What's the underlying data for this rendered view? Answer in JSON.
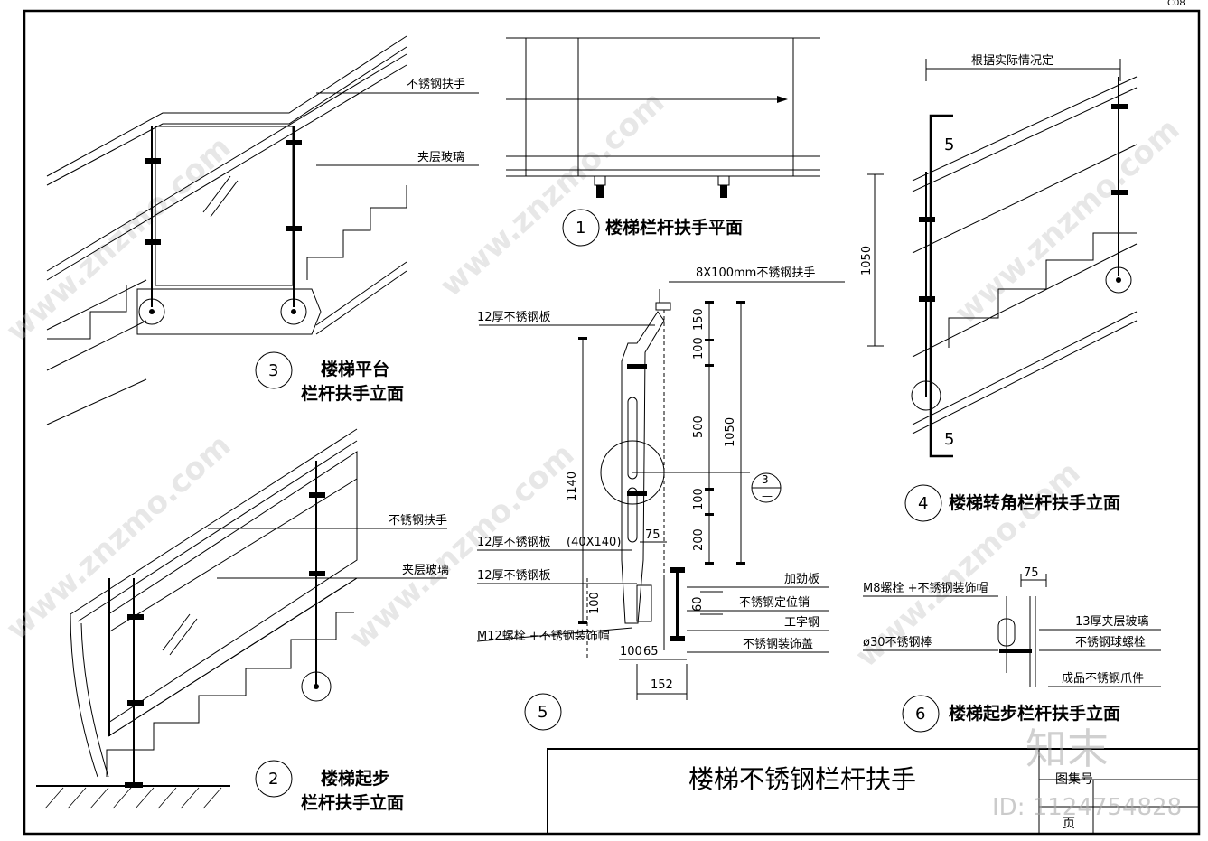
{
  "sheet": {
    "title": "楼梯不锈钢栏杆扶手",
    "cell_drawing_no": "图集号",
    "cell_page": "页",
    "corner_code": "C08",
    "watermark_logo": "知末",
    "watermark_id": "ID: 1124754828",
    "watermark_url": "www.znzmo.com"
  },
  "views": [
    {
      "num": "1",
      "title": "楼梯栏杆扶手平面"
    },
    {
      "num": "2",
      "title_l1": "楼梯起步",
      "title_l2": "栏杆扶手立面"
    },
    {
      "num": "3",
      "title_l1": "楼梯平台",
      "title_l2": "栏杆扶手立面"
    },
    {
      "num": "4",
      "title": "楼梯转角栏杆扶手立面"
    },
    {
      "num": "5"
    },
    {
      "num": "6",
      "title": "楼梯起步栏杆扶手立面"
    }
  ],
  "labels": {
    "v3_handrail": "不锈钢扶手",
    "v3_glass": "夹层玻璃",
    "v2_handrail": "不锈钢扶手",
    "v2_glass": "夹层玻璃",
    "v4_note": "根据实际情况定",
    "v4_cut_top": "5",
    "v4_cut_bottom": "5",
    "v4_dim_h": "1050",
    "v5_handrail": "8X100mm不锈钢扶手",
    "v5_plate_top": "12厚不锈钢板",
    "v5_plate_mid": "12厚不锈钢板",
    "v5_plate_size": "(40X140)",
    "v5_plate_low": "12厚不锈钢板",
    "v5_stiffener": "加劲板",
    "v5_pin": "不锈钢定位销",
    "v5_ibeam": "工字钢",
    "v5_cover": "不锈钢装饰盖",
    "v5_bolt": "M12螺栓 +不锈钢装饰帽",
    "v5_ref_top": "3",
    "v5_ref_bottom": "—",
    "v6_bolt": "M8螺栓 +不锈钢装饰帽",
    "v6_rod": "ø30不锈钢棒",
    "v6_glass": "13厚夹层玻璃",
    "v6_ball": "不锈钢球螺栓",
    "v6_claw": "成品不锈钢爪件"
  },
  "dims": {
    "d150": "150",
    "d100a": "100",
    "d500": "500",
    "d100b": "100",
    "d200": "200",
    "d1050": "1050",
    "d1140": "1140",
    "d75": "75",
    "d60": "60",
    "d100c": "100",
    "d100_65": "100",
    "d65": "65",
    "d152": "152",
    "v6_d75": "75"
  }
}
